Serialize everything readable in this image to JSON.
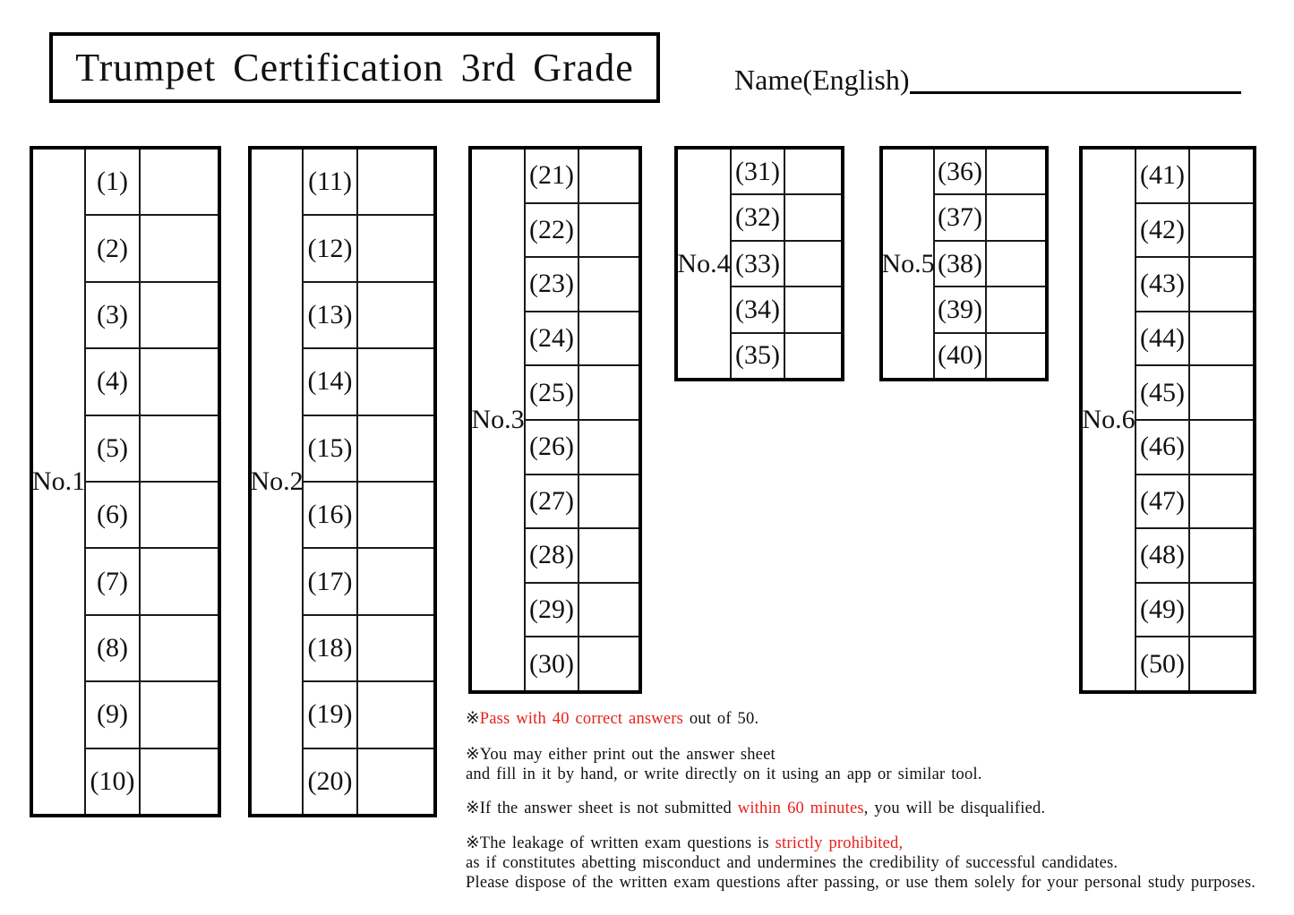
{
  "page": {
    "background": "#ffffff",
    "ink": "#111111",
    "accent_red": "#e8201c"
  },
  "header": {
    "title": "Trumpet Certification 3rd Grade",
    "name_label": "Name(English)"
  },
  "tables": [
    {
      "label": "No.1",
      "items": [
        "(1)",
        "(2)",
        "(3)",
        "(4)",
        "(5)",
        "(6)",
        "(7)",
        "(8)",
        "(9)",
        "(10)"
      ]
    },
    {
      "label": "No.2",
      "items": [
        "(11)",
        "(12)",
        "(13)",
        "(14)",
        "(15)",
        "(16)",
        "(17)",
        "(18)",
        "(19)",
        "(20)"
      ]
    },
    {
      "label": "No.3",
      "items": [
        "(21)",
        "(22)",
        "(23)",
        "(24)",
        "(25)",
        "(26)",
        "(27)",
        "(28)",
        "(29)",
        "(30)"
      ]
    },
    {
      "label": "No.4",
      "items": [
        "(31)",
        "(32)",
        "(33)",
        "(34)",
        "(35)"
      ]
    },
    {
      "label": "No.5",
      "items": [
        "(36)",
        "(37)",
        "(38)",
        "(39)",
        "(40)"
      ]
    },
    {
      "label": "No.6",
      "items": [
        "(41)",
        "(42)",
        "(43)",
        "(44)",
        "(45)",
        "(46)",
        "(47)",
        "(48)",
        "(49)",
        "(50)"
      ]
    }
  ],
  "notes": [
    {
      "parts": [
        {
          "text": "※",
          "red": false
        },
        {
          "text": "Pass with 40 correct answers",
          "red": true
        },
        {
          "text": " out of 50.",
          "red": false
        }
      ]
    },
    {
      "parts": [
        {
          "text": "※You may either print out the answer sheet\nand fill in it by hand, or write directly on it using an app or similar tool.",
          "red": false
        }
      ]
    },
    {
      "parts": [
        {
          "text": "※If the answer sheet is not submitted ",
          "red": false
        },
        {
          "text": "within 60 minutes",
          "red": true
        },
        {
          "text": ", you will be disqualified.",
          "red": false
        }
      ]
    },
    {
      "parts": [
        {
          "text": "※The leakage of written exam questions is ",
          "red": false
        },
        {
          "text": "strictly prohibited,",
          "red": true
        },
        {
          "text": "\nas if constitutes abetting misconduct and undermines the credibility of successful candidates.\nPlease dispose of the written exam questions after passing, or use them solely for your personal study purposes.",
          "red": false
        }
      ]
    }
  ]
}
